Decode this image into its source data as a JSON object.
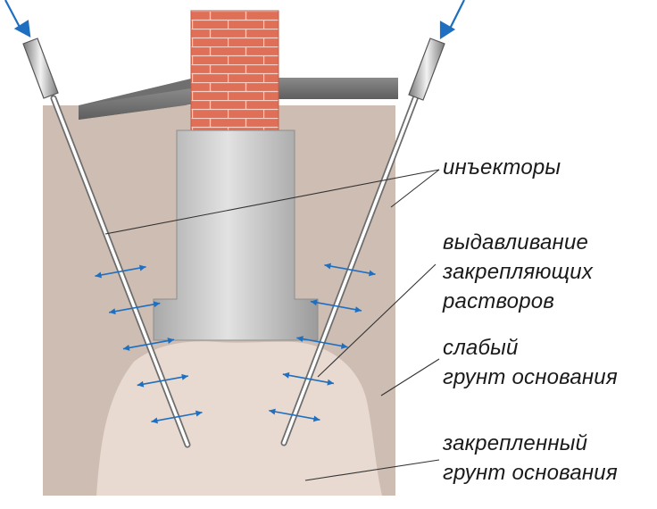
{
  "labels": {
    "injectors": "инъекторы",
    "squeeze_line1": "выдавливание",
    "squeeze_line2": "закрепляющих",
    "squeeze_line3": "растворов",
    "weak_line1": "слабый",
    "weak_line2": "грунт основания",
    "fixed_line1": "закрепленный",
    "fixed_line2": "грунт основания"
  },
  "colors": {
    "soil": "#cdbdb2",
    "stabilized_soil": "#e8dad0",
    "brick": "#e06f57",
    "concrete": "#b7b7b7",
    "slab": "#777777",
    "arrow": "#1f6fc1",
    "injector": "#ffffff"
  }
}
